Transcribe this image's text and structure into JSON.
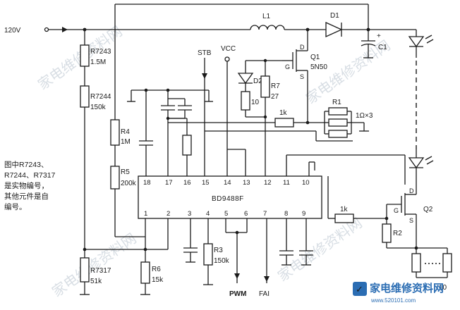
{
  "diagram": {
    "input_label": "120V",
    "supply_labels": {
      "stb": "STB",
      "vcc": "VCC"
    },
    "chip": {
      "name": "BD9488F",
      "top_pins": [
        "18",
        "17",
        "16",
        "15",
        "14",
        "13",
        "12",
        "11",
        "10"
      ],
      "bottom_pins": [
        "1",
        "2",
        "3",
        "4",
        "5",
        "6",
        "7",
        "8",
        "9"
      ]
    },
    "components": {
      "L1": "L1",
      "D1": "D1",
      "C1": "C1",
      "Q1": "Q1",
      "Q1_part": "5N50",
      "D2": "D2",
      "R7": "R7",
      "R7_val": "27",
      "R_10": "10",
      "R_1k_top": "1k",
      "R1": "R1",
      "R1_val": "1Ω×3",
      "R7243": "R7243",
      "R7243_val": "1.5M",
      "R7244": "R7244",
      "R7244_val": "150k",
      "R4": "R4",
      "R4_val": "1M",
      "R5": "R5",
      "R5_val": "200k",
      "R7317": "R7317",
      "R7317_val": "51k",
      "R6": "R6",
      "R6_val": "15k",
      "R3": "R3",
      "R3_val": "150k",
      "R_1k_bot": "1k",
      "Q2": "Q2",
      "R2": "R2",
      "R_bot_val": "10"
    },
    "pin_letters": {
      "q1_d": "D",
      "q1_g": "G",
      "q1_s": "S",
      "q2_d": "D",
      "q2_g": "G",
      "q2_s": "S"
    },
    "signals": {
      "pwm": "PWM",
      "fai": "FAI"
    },
    "note_lines": [
      "图中R7243、",
      "R7244、R7317",
      "是实物编号，",
      "其他元件是自",
      "编号。"
    ],
    "watermark_text": "家电维修资料网",
    "brand": {
      "name": "家电维修资料网",
      "url": "www.520101.com"
    }
  }
}
